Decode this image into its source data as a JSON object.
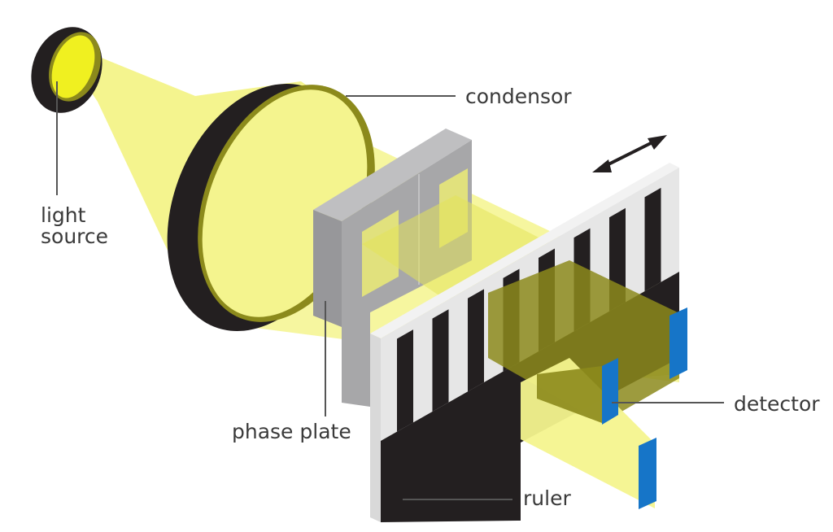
{
  "labels": {
    "condensor": "condensor",
    "light_source_line1": "light",
    "light_source_line2": "source",
    "phase_plate": "phase plate",
    "detector": "detector",
    "ruler": "ruler"
  },
  "colors": {
    "light": "#f4f48e",
    "light_bright": "#f0f020",
    "dark_beam": "#8c8a1c",
    "black": "#231f20",
    "grey": "#a7a7a9",
    "ruler_white": "#e6e6e6",
    "detector_blue": "#1675c8",
    "leader": "#555555"
  },
  "icons": [
    "double-arrow-icon"
  ]
}
